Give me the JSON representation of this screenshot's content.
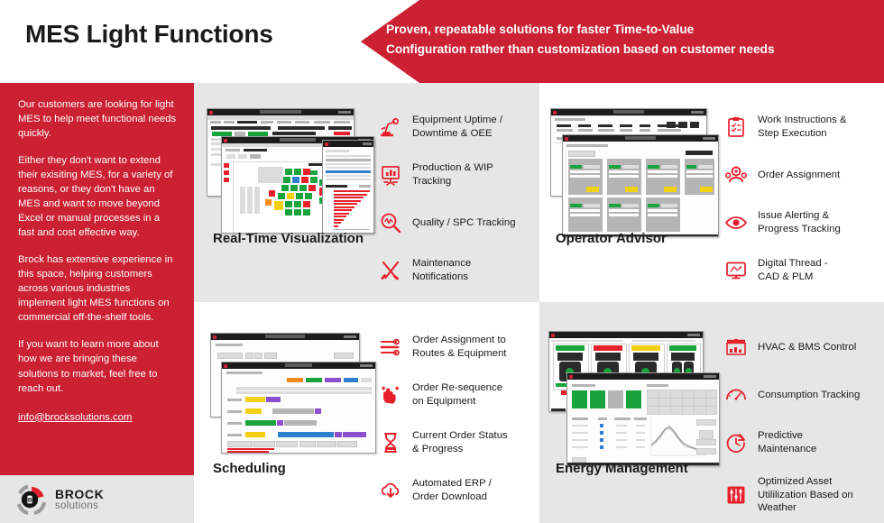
{
  "header": {
    "title": "MES Light Functions",
    "tagline_line1": "Proven, repeatable solutions for faster Time-to-Value",
    "tagline_line2": "Configuration rather than customization based on customer needs",
    "accent_color": "#cc2033",
    "text_color": "#1a1a1a"
  },
  "sidebar": {
    "background_color": "#cc2033",
    "paragraphs": [
      "Our customers are looking for light MES to help meet functional needs quickly.",
      "Either they don't want to extend their exisiting MES, for a variety of reasons, or they don't have an MES and want to move beyond Excel or manual processes in a fast and cost effective way.",
      "Brock has extensive experience in this space, helping customers across various industries implement light MES functions on commercial off-the-shelf tools.",
      "If you want to learn more about how we are bringing these solutions to market, feel free to reach out."
    ],
    "email": "info@brocksolutions.com"
  },
  "logo": {
    "name_top": "BROCK",
    "name_bottom": "solutions",
    "mark_letter": "B",
    "band_color": "#e6e6e6"
  },
  "quadrants": [
    {
      "id": "real-time-visualization",
      "title": "Real-Time Visualization",
      "background_color": "#e6e6e6",
      "features": [
        {
          "icon": "robot-arm-icon",
          "label_line1": "Equipment Uptime /",
          "label_line2": "Downtime & OEE"
        },
        {
          "icon": "chart-easel-icon",
          "label_line1": "Production & WIP",
          "label_line2": "Tracking"
        },
        {
          "icon": "magnifier-waveform-icon",
          "label_line1": "Quality / SPC Tracking",
          "label_line2": ""
        },
        {
          "icon": "wrench-screwdriver-icon",
          "label_line1": "Maintenance",
          "label_line2": "Notifications"
        }
      ]
    },
    {
      "id": "operator-advisor",
      "title": "Operator Advisor",
      "background_color": "#ffffff",
      "features": [
        {
          "icon": "clipboard-checklist-icon",
          "label_line1": "Work Instructions &",
          "label_line2": "Step Execution"
        },
        {
          "icon": "person-gear-icon",
          "label_line1": "Order Assignment",
          "label_line2": ""
        },
        {
          "icon": "eye-icon",
          "label_line1": "Issue Alerting &",
          "label_line2": "Progress Tracking"
        },
        {
          "icon": "monitor-cad-icon",
          "label_line1": "Digital Thread -",
          "label_line2": "CAD & PLM"
        }
      ]
    },
    {
      "id": "scheduling",
      "title": "Scheduling",
      "background_color": "#ffffff",
      "features": [
        {
          "icon": "sliders-icon",
          "label_line1": "Order Assignment to",
          "label_line2": "Routes & Equipment"
        },
        {
          "icon": "drag-hand-icon",
          "label_line1": "Order Re-sequence",
          "label_line2": "on Equipment"
        },
        {
          "icon": "hourglass-icon",
          "label_line1": "Current Order Status",
          "label_line2": "& Progress"
        },
        {
          "icon": "cloud-download-icon",
          "label_line1": "Automated ERP /",
          "label_line2": "Order Download"
        }
      ]
    },
    {
      "id": "energy-management",
      "title": "Energy Management",
      "background_color": "#e6e6e6",
      "features": [
        {
          "icon": "factory-icon",
          "label_line1": "HVAC & BMS Control",
          "label_line2": ""
        },
        {
          "icon": "gauge-icon",
          "label_line1": "Consumption Tracking",
          "label_line2": ""
        },
        {
          "icon": "clock-arrow-icon",
          "label_line1": "Predictive",
          "label_line2": "Maintenance"
        },
        {
          "icon": "equalizer-icon",
          "label_line1": "Optimized Asset",
          "label_line2": "Utililization Based on",
          "label_line3": "Weather"
        }
      ]
    }
  ]
}
